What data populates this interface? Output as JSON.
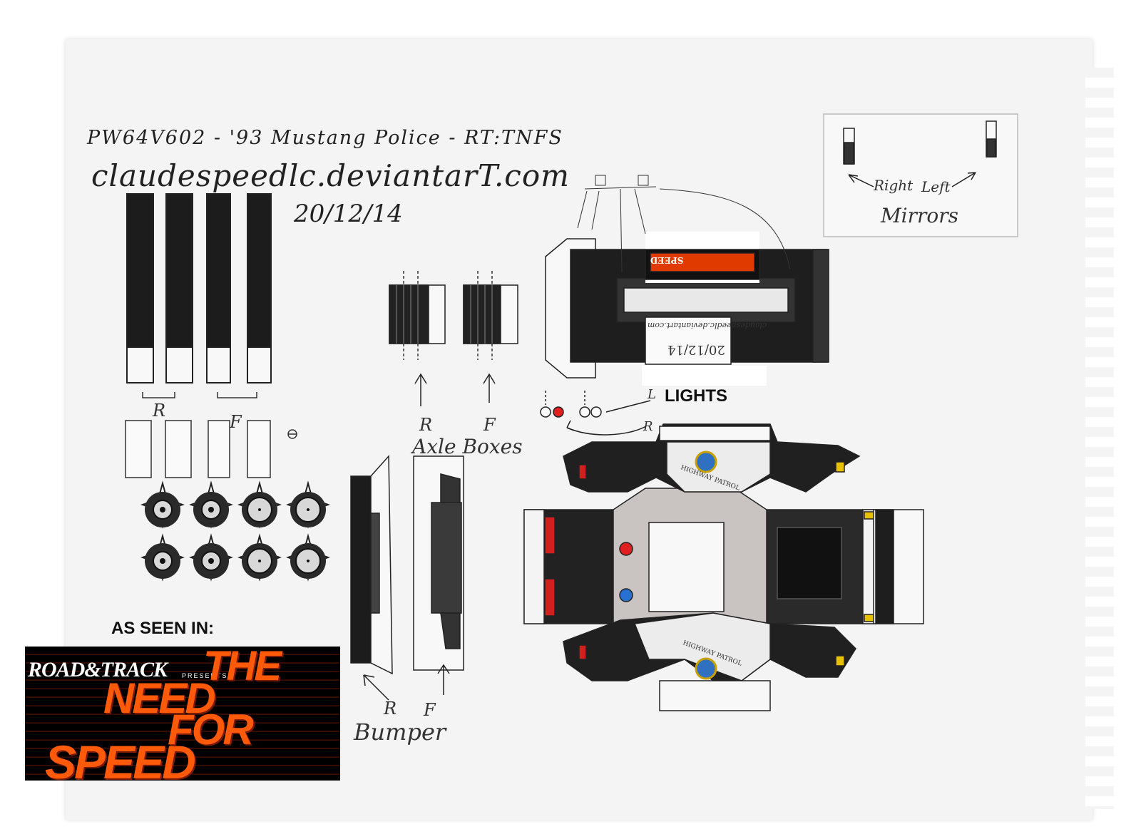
{
  "handwriting": {
    "title": "PW64V602 - '93 Mustang Police - RT:TNFS",
    "url": "claudespeedlc.deviantarT.com",
    "date": "20/12/14"
  },
  "labels": {
    "rear_short": "R",
    "front_short": "F",
    "axle_rear": "R",
    "axle_front": "F",
    "axle_boxes": "Axle Boxes",
    "lights": "LIGHTS",
    "lights_left": "L",
    "lights_right": "R",
    "mirror_right": "Right",
    "mirror_left": "Left",
    "mirrors": "Mirrors",
    "bumper_rear": "R",
    "bumper_front": "F",
    "bumper": "Bumper",
    "as_seen_in": "AS SEEN IN:"
  },
  "logo": {
    "road_track": "ROAD&TRACK",
    "presents": "PRESENTS",
    "line1": "THE",
    "line2": "NEED",
    "line3": "FOR",
    "line4": "SPEED"
  },
  "chassis_sticker": {
    "site": "claudespeedlc.deviantart.com",
    "date": "20/12/14"
  },
  "badge_text": "HIGHWAY PATROL",
  "colors": {
    "paper": "#f4f4f4",
    "ink": "#1a1a1a",
    "light_red": "#e02020",
    "light_blue": "#2a70d0",
    "logo_orange": "#ff5a0a",
    "signal_yellow": "#e8c000"
  }
}
